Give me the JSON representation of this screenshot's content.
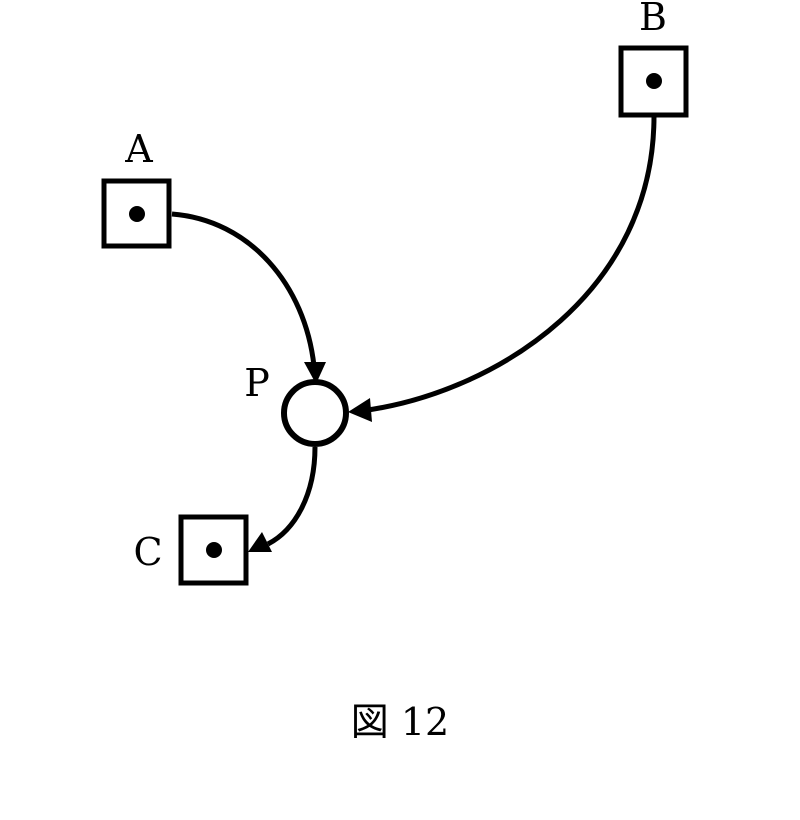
{
  "nodes": {
    "a": {
      "label": "A"
    },
    "b": {
      "label": "B"
    },
    "p": {
      "label": "P"
    },
    "c": {
      "label": "C"
    }
  },
  "caption": "図 12",
  "colors": {
    "stroke": "#000000",
    "background": "#ffffff"
  }
}
